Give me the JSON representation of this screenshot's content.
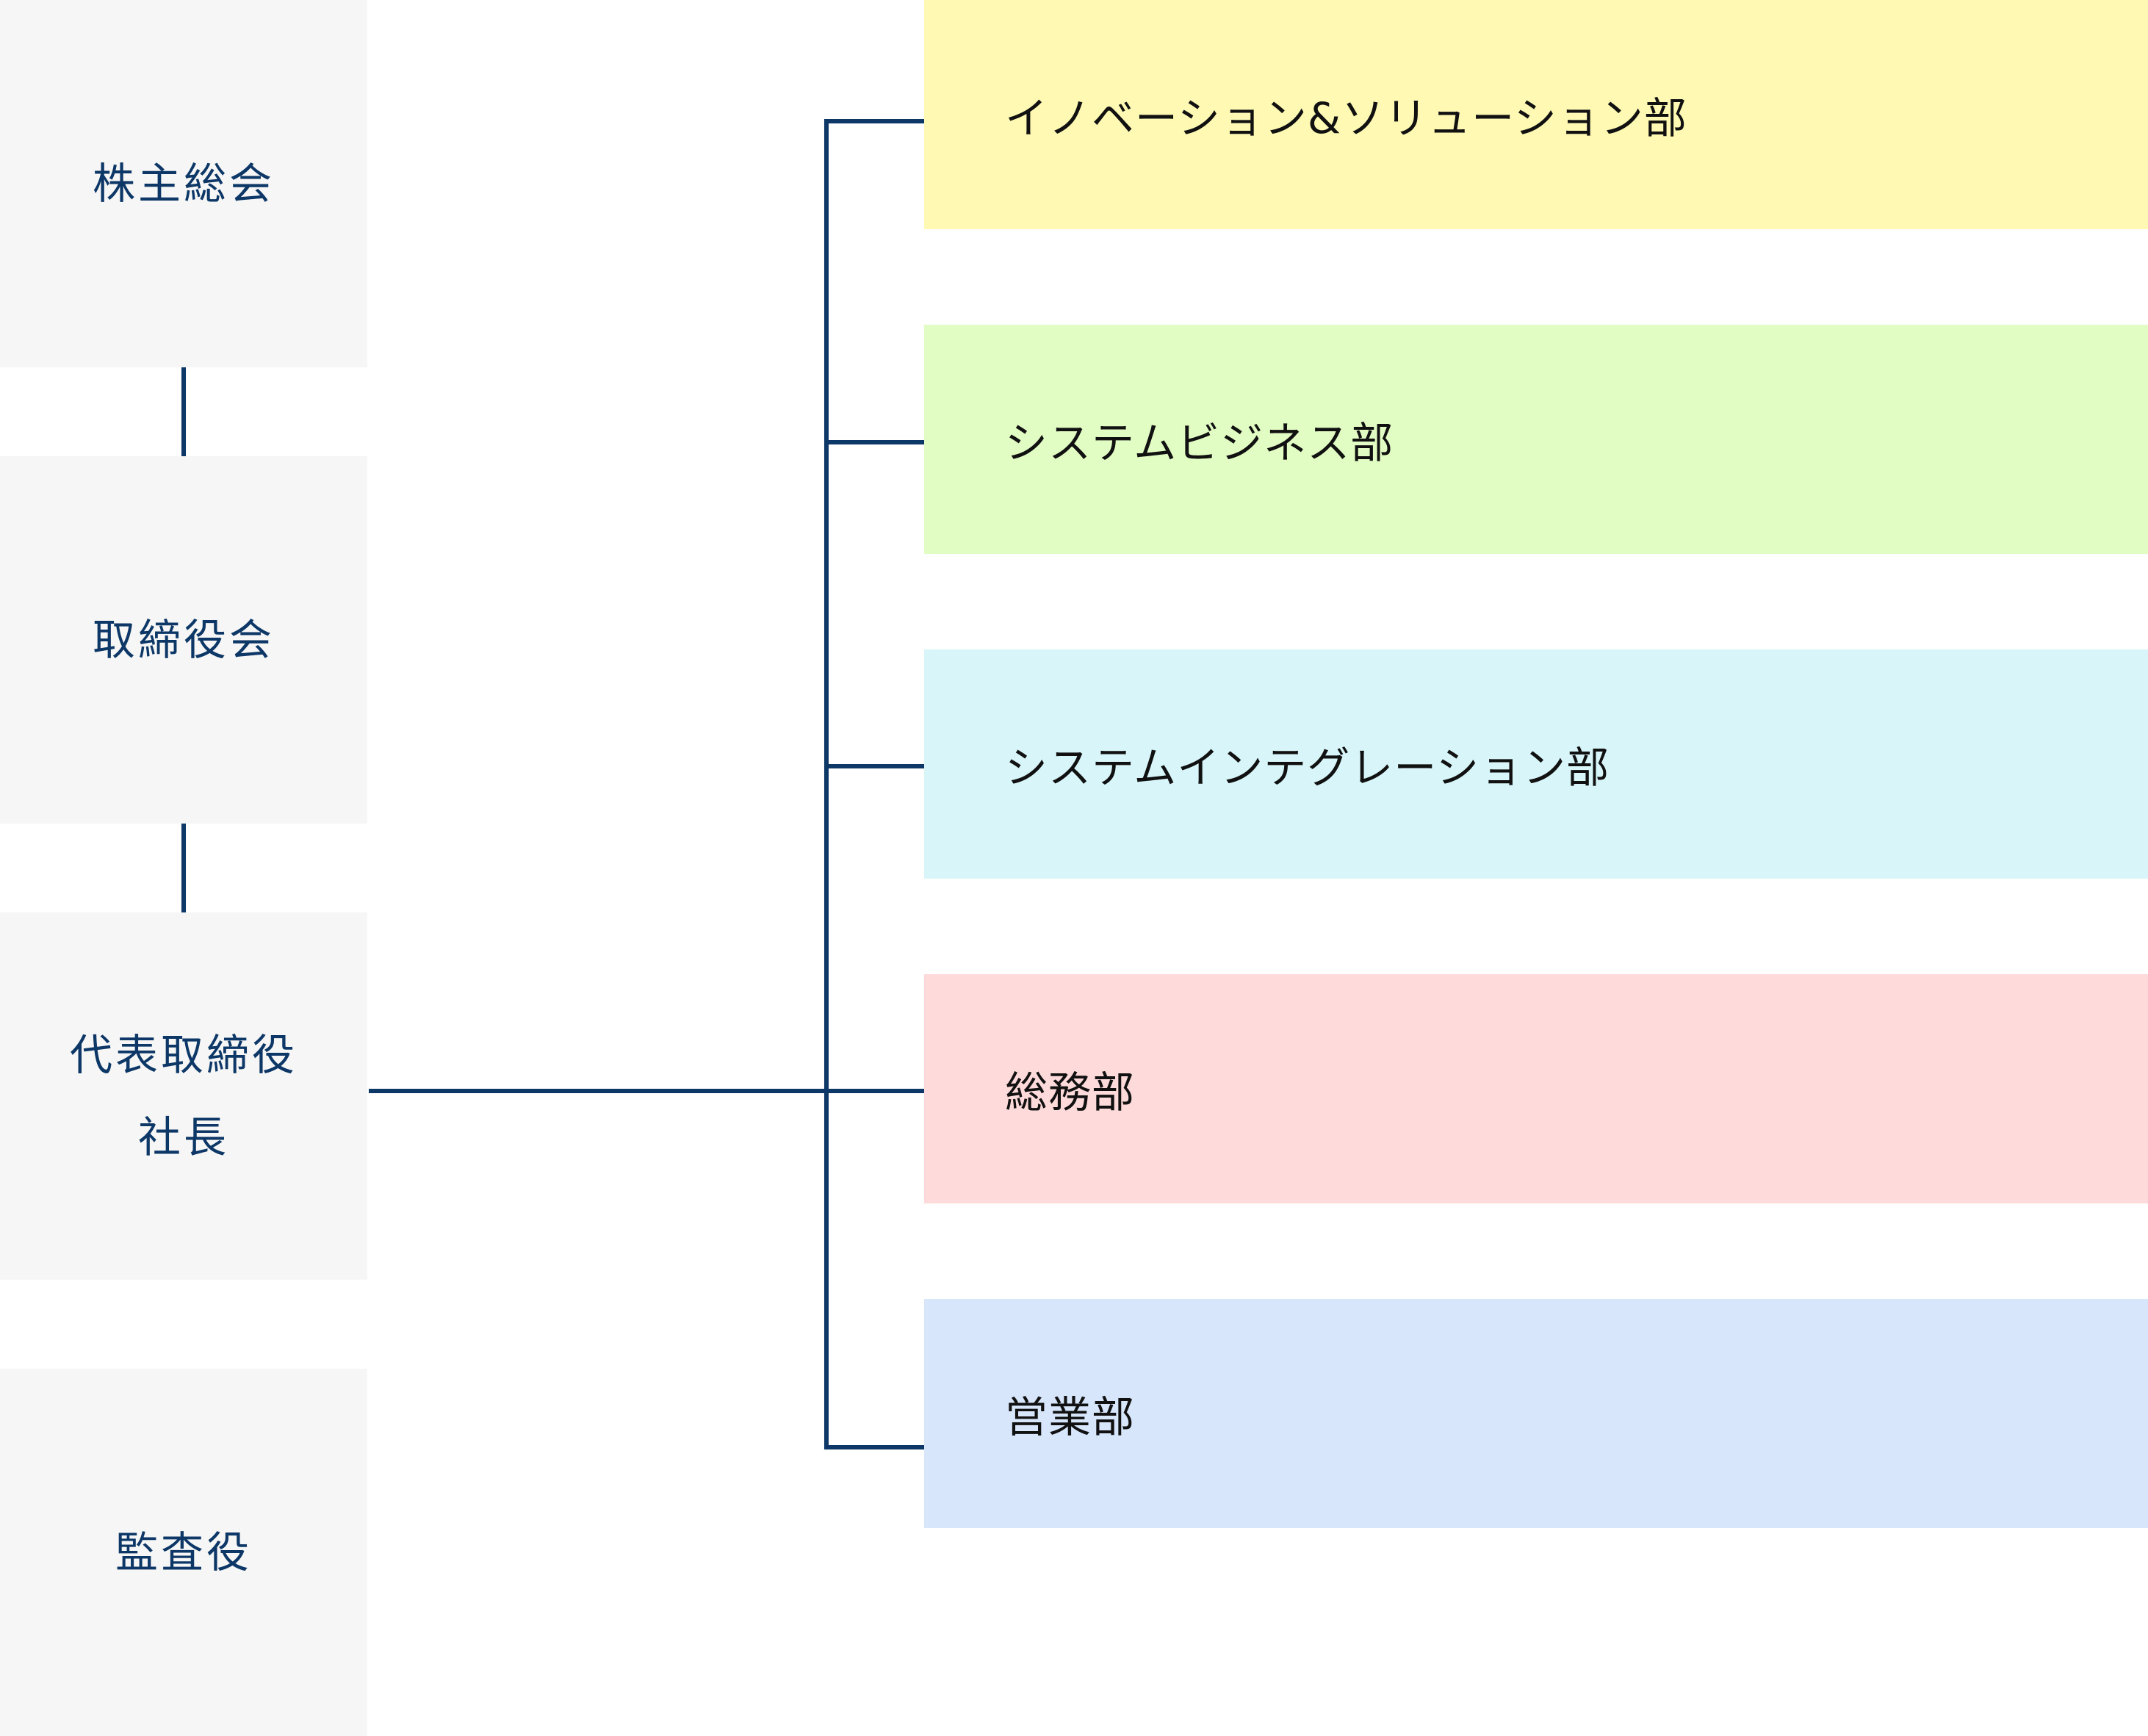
{
  "governance": {
    "shareholders": "株主総会",
    "board": "取締役会",
    "ceo_line1": "代表取締役",
    "ceo_line2": "社長",
    "auditor": "監査役"
  },
  "departments": [
    {
      "label": "イノベーション&ソリューション部",
      "color": "#fff9b3"
    },
    {
      "label": "システムビジネス部",
      "color": "#e1fdc3"
    },
    {
      "label": "システムインテグレーション部",
      "color": "#d8f6fa"
    },
    {
      "label": "総務部",
      "color": "#ffdadb"
    },
    {
      "label": "営業部",
      "color": "#d8e6fc"
    }
  ],
  "line_color": "#0d3766"
}
